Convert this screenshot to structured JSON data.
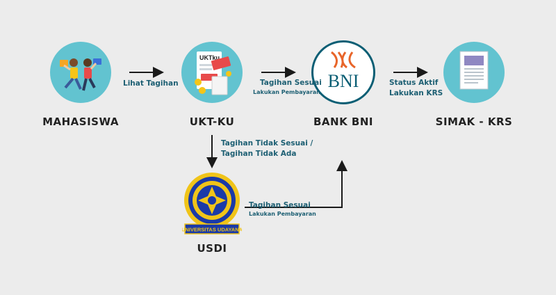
{
  "nodes": {
    "mahasiswa": {
      "title": "MAHASISWA"
    },
    "uktku": {
      "title": "UKT-KU",
      "badge": "UKTku"
    },
    "bni": {
      "title": "BANK BNI",
      "logo_text": "BNI"
    },
    "simak": {
      "title": "SIMAK - KRS"
    },
    "usdi": {
      "title": "USDI",
      "logo_ribbon": "UNIVERSITAS UDAYANA"
    }
  },
  "edges": {
    "lihat_tagihan": "Lihat Tagihan",
    "tagihan_sesuai_1": "Tagihan Sesuai",
    "lakukan_pembayaran_1": "Lakukan Pembayaran",
    "status_aktif": "Status Aktif",
    "lakukan_krs": "Lakukan KRS",
    "tidak_sesuai": "Tagihan Tidak Sesuai /",
    "tidak_ada": "Tagihan Tidak Ada",
    "tagihan_sesuai_2": "Tagihan Sesuai",
    "lakukan_pembayaran_2": "Lakukan Pembayaran"
  },
  "colors": {
    "circle_fill": "#62c3d0",
    "bni_orange": "#e8652a",
    "bni_teal": "#0b5e74",
    "arrow": "#1a1a1a",
    "label": "#1d5f73",
    "udayana_blue": "#1a3aa8",
    "udayana_gold": "#f0c419"
  }
}
